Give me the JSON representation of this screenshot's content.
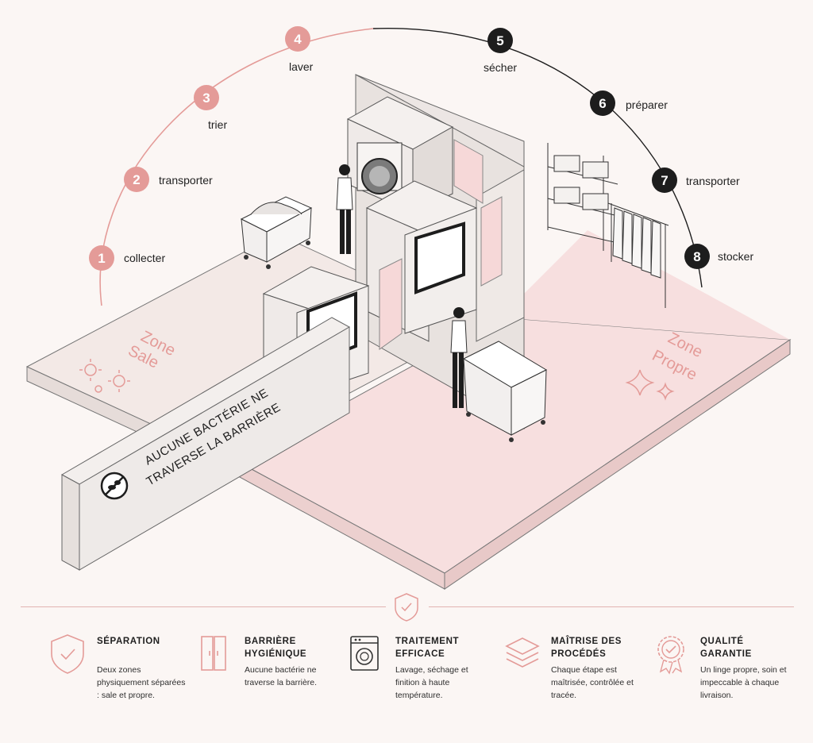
{
  "steps": [
    {
      "number": "1",
      "label": "collecter",
      "color": "#e49b98"
    },
    {
      "number": "2",
      "label": "transporter",
      "color": "#e49b98"
    },
    {
      "number": "3",
      "label": "trier",
      "color": "#e49b98"
    },
    {
      "number": "4",
      "label": "laver",
      "color": "#e49b98"
    },
    {
      "number": "5",
      "label": "sécher",
      "color": "#1d1d1d"
    },
    {
      "number": "6",
      "label": "préparer",
      "color": "#1d1d1d"
    },
    {
      "number": "7",
      "label": "transporter",
      "color": "#1d1d1d"
    },
    {
      "number": "8",
      "label": "stocker",
      "color": "#1d1d1d"
    }
  ],
  "zones": {
    "dirty": {
      "line1": "Zone",
      "line2": "Sale",
      "icon": "bacteria-icon"
    },
    "clean": {
      "line1": "Zone",
      "line2": "Propre",
      "icon": "sparkle-icon"
    }
  },
  "barrier": {
    "line1": "AUCUNE BACTÉRIE NE",
    "line2": "TRAVERSE LA BARRIÈRE",
    "icon": "no-bacteria-icon"
  },
  "features": [
    {
      "icon": "shield-check-icon",
      "title": "SÉPARATION",
      "description": "Deux zones physiquement séparées : sale et propre."
    },
    {
      "icon": "door-icon",
      "title": "BARRIÈRE HYGIÉNIQUE",
      "description": "Aucune bactérie ne traverse la barrière."
    },
    {
      "icon": "washing-machine-icon",
      "title": "TRAITEMENT EFFICACE",
      "description": "Lavage, séchage et finition à haute température."
    },
    {
      "icon": "folded-linen-icon",
      "title": "MAÎTRISE DES PROCÉDÉS",
      "description": "Chaque étape est maîtrisée, contrôlée et tracée."
    },
    {
      "icon": "award-ribbon-icon",
      "title": "QUALITÉ GARANTIE",
      "description": "Un linge propre, soin et impeccable à chaque livraison."
    }
  ],
  "colors": {
    "accent": "#e49b98",
    "dark": "#1d1d1d",
    "floor_dirty": "#f1e7e4",
    "floor_clean": "#f6dede",
    "background": "#fbf6f4"
  }
}
